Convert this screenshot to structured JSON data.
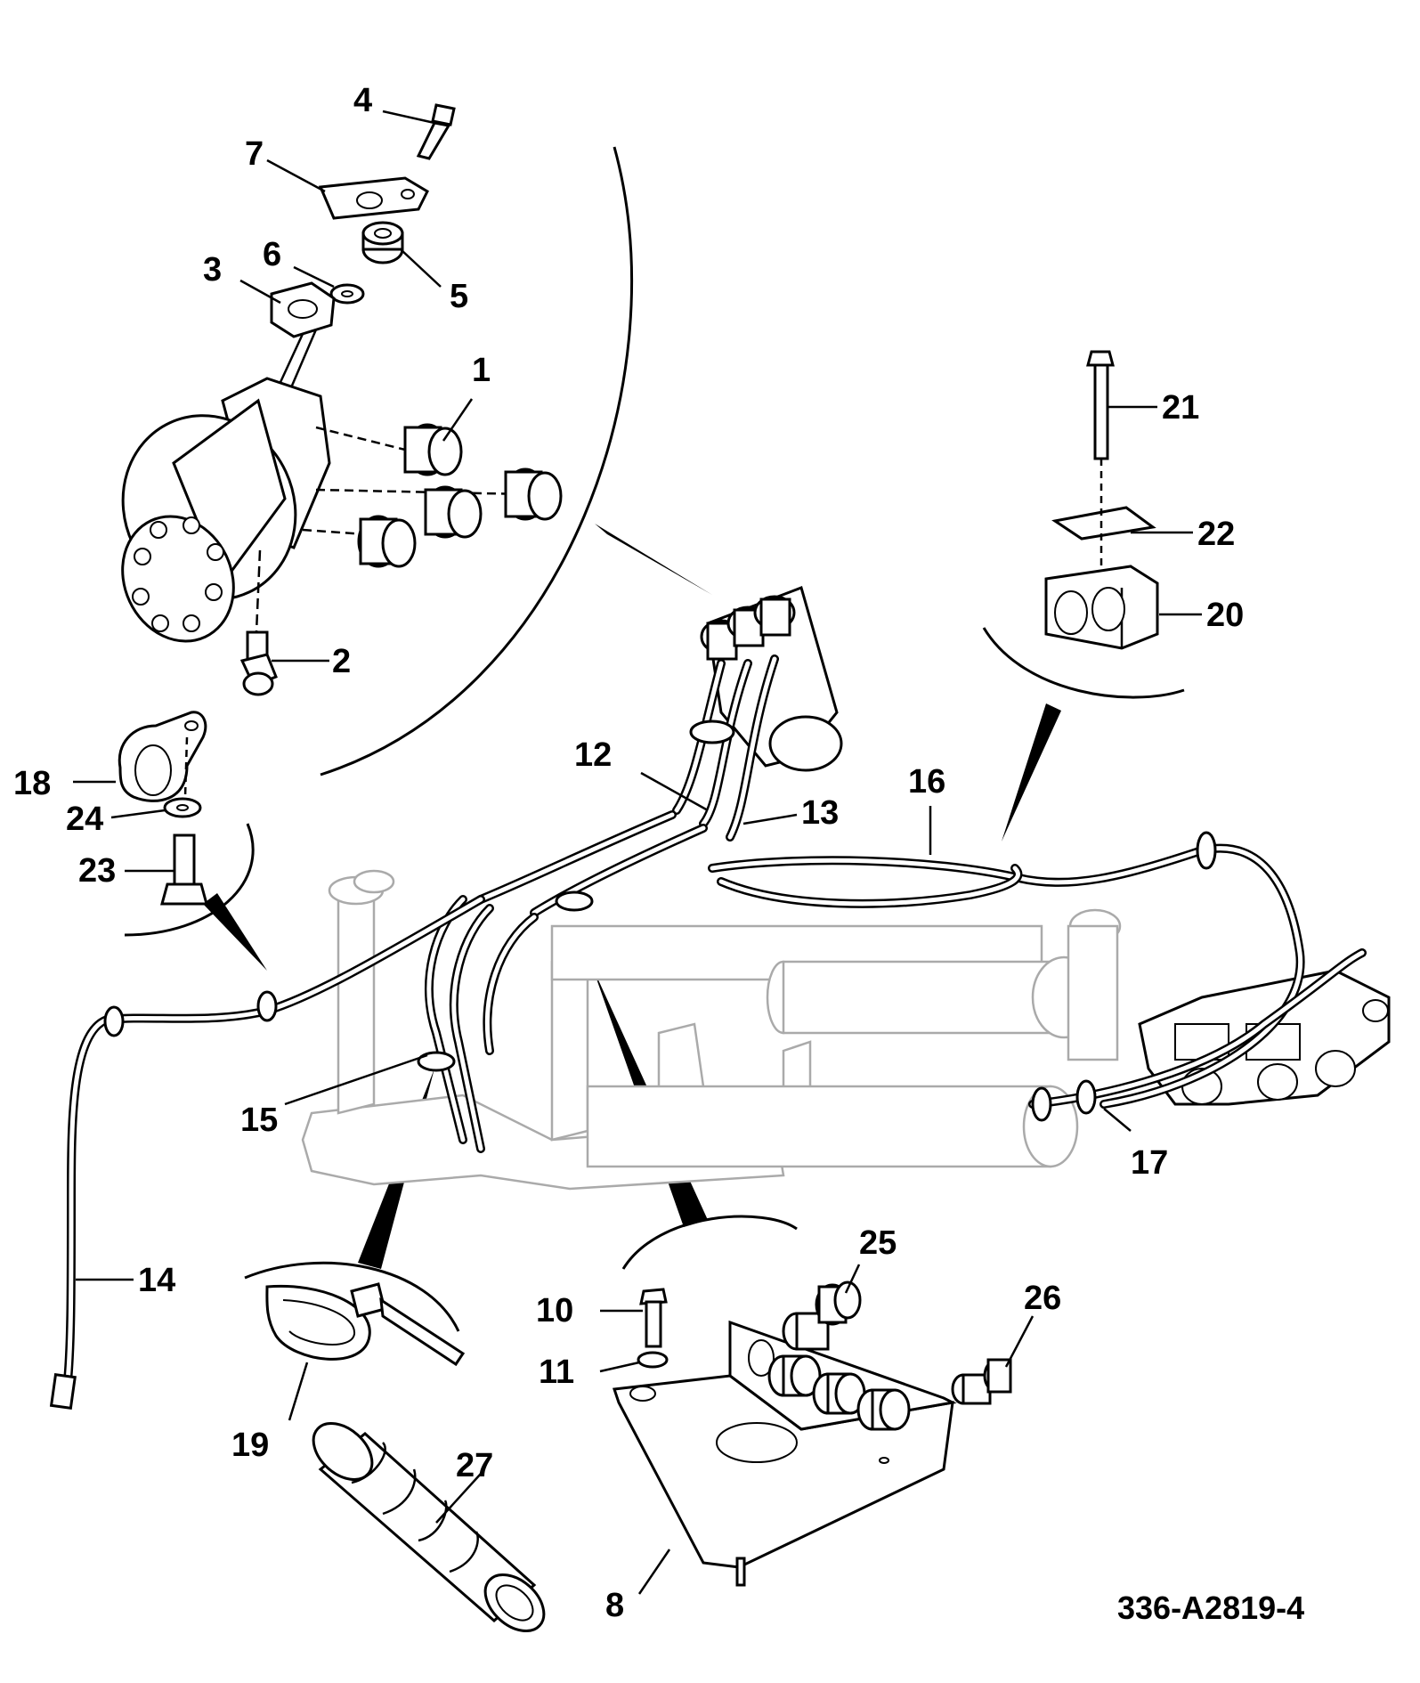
{
  "drawing": {
    "reference_code": "336-A2819-4"
  },
  "callouts": [
    {
      "id": "1",
      "label": "1"
    },
    {
      "id": "2",
      "label": "2"
    },
    {
      "id": "3",
      "label": "3"
    },
    {
      "id": "4",
      "label": "4"
    },
    {
      "id": "5",
      "label": "5"
    },
    {
      "id": "6",
      "label": "6"
    },
    {
      "id": "7",
      "label": "7"
    },
    {
      "id": "8",
      "label": "8"
    },
    {
      "id": "10",
      "label": "10"
    },
    {
      "id": "11",
      "label": "11"
    },
    {
      "id": "12",
      "label": "12"
    },
    {
      "id": "13",
      "label": "13"
    },
    {
      "id": "14",
      "label": "14"
    },
    {
      "id": "15",
      "label": "15"
    },
    {
      "id": "16",
      "label": "16"
    },
    {
      "id": "17",
      "label": "17"
    },
    {
      "id": "18",
      "label": "18"
    },
    {
      "id": "19",
      "label": "19"
    },
    {
      "id": "20",
      "label": "20"
    },
    {
      "id": "21",
      "label": "21"
    },
    {
      "id": "22",
      "label": "22"
    },
    {
      "id": "23",
      "label": "23"
    },
    {
      "id": "24",
      "label": "24"
    },
    {
      "id": "25",
      "label": "25"
    },
    {
      "id": "26",
      "label": "26"
    },
    {
      "id": "27",
      "label": "27"
    }
  ]
}
